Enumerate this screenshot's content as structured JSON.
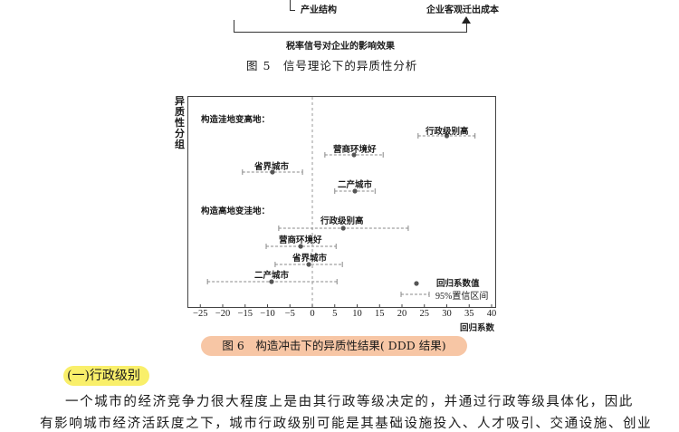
{
  "figure5": {
    "diagram": {
      "label_industry_structure": "产业结构",
      "label_relocation_cost": "企业客观迁出成本",
      "label_tax_signal_effect": "税率信号对企业的影响效果"
    },
    "caption": "图 5　信号理论下的异质性分析"
  },
  "figure6": {
    "caption": "图 6　构造冲击下的异质性结果( DDD 结果)",
    "y_axis_title": "异质性分组",
    "x_axis_title": "回归系数",
    "group_headers": [
      "构造洼地变高地：",
      "构造高地变洼地："
    ],
    "legend": {
      "point": "回归系数值",
      "interval": "95%置信区间"
    },
    "x_ticks": [
      "−25",
      "−20",
      "−15",
      "−10",
      "−5",
      "0",
      "5",
      "10",
      "15",
      "20",
      "25",
      "30",
      "35",
      "40"
    ]
  },
  "chart_data": {
    "type": "scatter",
    "subtype": "coefficient_plot_with_confidence_intervals",
    "title": "图 6 构造冲击下的异质性结果(DDD 结果)",
    "xlabel": "回归系数",
    "ylabel": "异质性分组",
    "xlim": [
      -27,
      42
    ],
    "x_ticks": [
      -25,
      -20,
      -15,
      -10,
      -5,
      0,
      5,
      10,
      15,
      20,
      25,
      30,
      35,
      40
    ],
    "reference_line_x": 0,
    "grid": false,
    "legend_position": "lower right",
    "legend": [
      "回归系数值",
      "95%置信区间"
    ],
    "groups": [
      {
        "name": "构造洼地变高地",
        "points": [
          {
            "label": "行政级别高",
            "coef": 30.0,
            "ci_low": 23.6,
            "ci_high": 36.3
          },
          {
            "label": "营商环境好",
            "coef": 9.3,
            "ci_low": 2.8,
            "ci_high": 15.8
          },
          {
            "label": "省界城市",
            "coef": -8.9,
            "ci_low": -15.6,
            "ci_high": -2.2
          },
          {
            "label": "二产城市",
            "coef": 9.5,
            "ci_low": 5.0,
            "ci_high": 14.0
          }
        ]
      },
      {
        "name": "构造高地变洼地",
        "points": [
          {
            "label": "行政级别高",
            "coef": 6.9,
            "ci_low": -7.5,
            "ci_high": 21.4
          },
          {
            "label": "营商环境好",
            "coef": -2.6,
            "ci_low": -10.3,
            "ci_high": 5.3
          },
          {
            "label": "省界城市",
            "coef": -0.8,
            "ci_low": -8.3,
            "ci_high": 6.7
          },
          {
            "label": "二产城市",
            "coef": -9.1,
            "ci_low": -23.4,
            "ci_high": 5.5
          }
        ]
      }
    ]
  },
  "section": {
    "heading": "(一)行政级别",
    "paragraph_line1": "一个城市的经济竞争力很大程度上是由其行政等级决定的，并通过行政等级具体化，因此",
    "paragraph_line2": "有影响城市经济活跃度之下，城市行政级别可能是其基础设施投入、人才吸引、交通设施、创业"
  }
}
